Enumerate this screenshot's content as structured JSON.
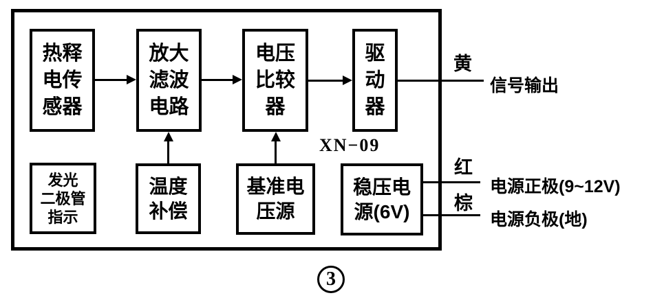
{
  "diagram": {
    "module_label": "XN−09",
    "figure_number": "3",
    "colors": {
      "ink": "#000000",
      "background": "#ffffff"
    },
    "blocks": {
      "top": [
        {
          "lines": [
            "热释",
            "电传",
            "感器"
          ]
        },
        {
          "lines": [
            "放大",
            "滤波",
            "电路"
          ]
        },
        {
          "lines": [
            "电压",
            "比较",
            "器"
          ]
        },
        {
          "lines": [
            "驱",
            "动",
            "器"
          ]
        }
      ],
      "bottom": [
        {
          "lines": [
            "发光",
            "二极管",
            "指示"
          ]
        },
        {
          "lines": [
            "温度",
            "补偿"
          ]
        },
        {
          "lines": [
            "基准电",
            "压源"
          ]
        },
        {
          "lines": [
            "稳压电",
            "源(6V)"
          ]
        }
      ]
    },
    "outputs": [
      {
        "wire": "黄",
        "label": "信号输出"
      },
      {
        "wire": "红",
        "label": "电源正极(9~12V)"
      },
      {
        "wire": "棕",
        "label": "电源负极(地)"
      }
    ]
  }
}
